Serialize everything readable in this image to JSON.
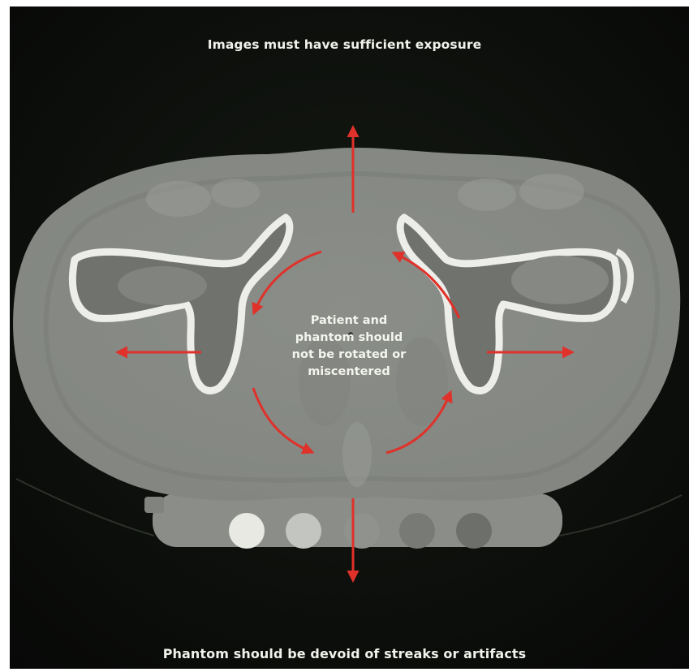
{
  "captions": {
    "top": "Images must have sufficient exposure",
    "bottom": "Phantom should be devoid of streaks or artifacts",
    "center_lines": [
      "Patient and",
      "phantom should",
      "not be rotated or",
      "miscentered"
    ]
  },
  "colors": {
    "background": "#0d0f0c",
    "body_tissue": "#8c8f8a",
    "fat_layer": "#7e817d",
    "bone": "#f0f0ec",
    "arrow": "#e0312a",
    "text": "#f2f2ec"
  },
  "phantom_rods": [
    "rod-1",
    "rod-2",
    "rod-3",
    "rod-4",
    "rod-5"
  ]
}
